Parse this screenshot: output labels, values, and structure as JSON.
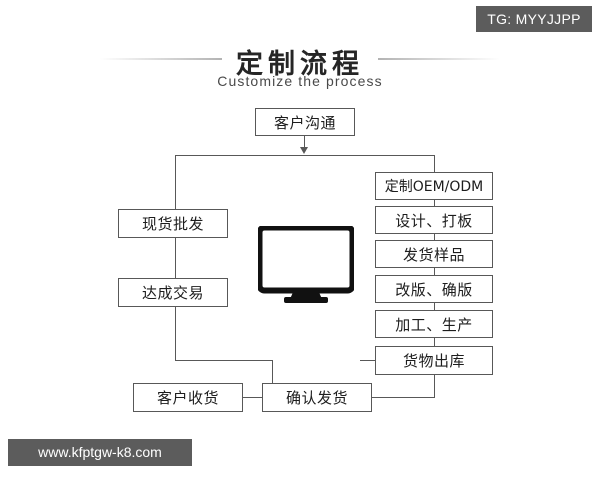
{
  "badge": {
    "label": "TG: MYYJJPP"
  },
  "watermark": {
    "label": "www.kfptgw-k8.com"
  },
  "header": {
    "title": "定制流程",
    "subtitle": "Customize the process"
  },
  "flow": {
    "start": {
      "label": "客户沟通"
    },
    "left_branch": [
      {
        "label": "现货批发"
      },
      {
        "label": "达成交易"
      }
    ],
    "right_branch": [
      {
        "label": "定制OEM/ODM"
      },
      {
        "label": "设计、打板"
      },
      {
        "label": "发货样品"
      },
      {
        "label": "改版、确版"
      },
      {
        "label": "加工、生产"
      },
      {
        "label": "货物出库"
      }
    ],
    "bottom_row": [
      {
        "label": "客户收货"
      },
      {
        "label": "确认发货"
      }
    ],
    "center_graphic": "monitor-icon"
  },
  "colors": {
    "badge_background": "#5c5c5c",
    "badge_text": "#ffffff",
    "node_border": "#585858",
    "page_background": "#ffffff",
    "title_text": "#262626",
    "rule": "#b3b3b3",
    "monitor": "#111111"
  }
}
